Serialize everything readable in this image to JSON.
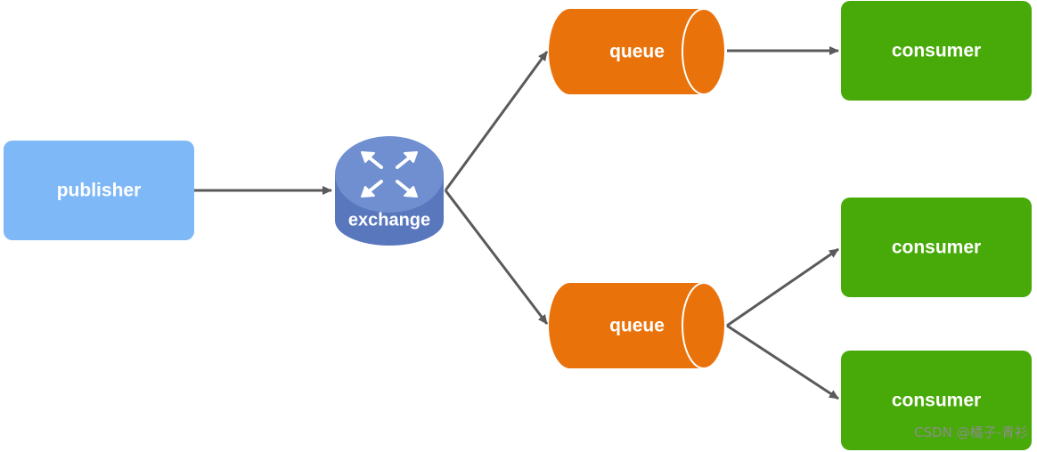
{
  "nodes": {
    "publisher": {
      "label": "publisher"
    },
    "exchange": {
      "label": "exchange"
    },
    "queue_top": {
      "label": "queue"
    },
    "queue_bottom": {
      "label": "queue"
    },
    "consumer_1": {
      "label": "consumer"
    },
    "consumer_2": {
      "label": "consumer"
    },
    "consumer_3": {
      "label": "consumer"
    }
  },
  "colors": {
    "publisher": "#7fb8f7",
    "exchange_top": "#6f8fd0",
    "exchange_side": "#5877bd",
    "queue": "#ea720b",
    "consumer": "#48aa08",
    "arrow": "#5a5a5a"
  },
  "watermark": "CSDN @橘子-青衫"
}
